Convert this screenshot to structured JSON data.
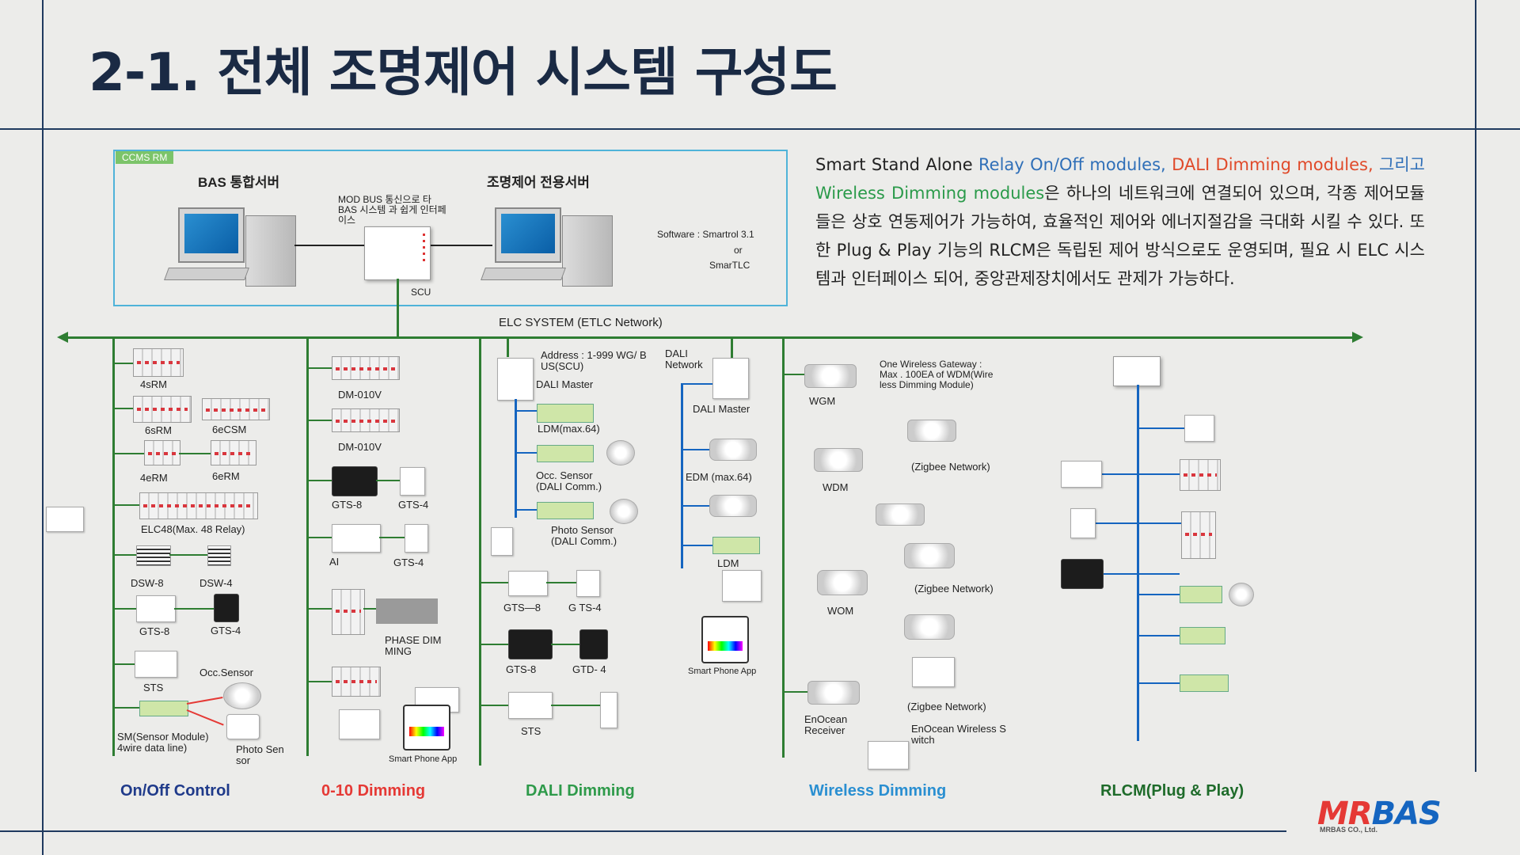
{
  "title": "2-1. 전체 조명제어 시스템 구성도",
  "ccms": {
    "tag": "CCMS RM",
    "bas_server": "BAS 통합서버",
    "lighting_server": "조명제어 전용서버",
    "modbus_note": "MOD BUS 통신으로 타\nBAS 시스템 과 쉽게 인터페\n이스",
    "scu_label": "SCU",
    "software_line1": "Software : Smartrol 3.1",
    "software_line2": "or",
    "software_line3": "SmarTLC"
  },
  "description": {
    "p1": "Smart Stand Alone ",
    "relay": "Relay On/Off modules,",
    "dali": "DALI Dimming modules,",
    "and": "그리고",
    "wireless": "Wireless Dimming modules",
    "p2": "은 하나의 네트워크에 연결되어 있으며, 각종 제어모듈들은 상호 연동제어가 가능하여, 효율적인 제어와 에너지절감을 극대화 시킬 수 있다. 또한 Plug & Play 기능의 RLCM은 독립된 제어 방식으로도 운영되며, 필요 시 ELC 시스템과 인터페이스 되어, 중앙관제장치에서도 관제가 가능하다."
  },
  "bus_label": "ELC SYSTEM (ETLC Network)",
  "onoff": {
    "r4srm": "4sRM",
    "r6srm": "6sRM",
    "r6ecsm": "6eCSM",
    "r4erm": "4eRM",
    "r6erm": "6eRM",
    "elc48": "ELC48(Max. 48 Relay)",
    "dsw8": "DSW-8",
    "dsw4": "DSW-4",
    "gts8": "GTS-8",
    "gts4": "GTS-4",
    "sts": "STS",
    "occ": "Occ.Sensor",
    "sm": "SM(Sensor Module)\n4wire data line)",
    "photo": "Photo Sen\nsor"
  },
  "dim010": {
    "dm1": "DM-010V",
    "dm2": "DM-010V",
    "gts8": "GTS-8",
    "gts4": "GTS-4",
    "ai": "AI",
    "gts4b": "GTS-4",
    "phase": "PHASE DIM\nMING",
    "app": "Smart Phone App"
  },
  "dali": {
    "address": "Address : 1-999 WG/ B\nUS(SCU)",
    "dali_network": "DALI\nNetwork",
    "master1": "DALI Master",
    "master2": "DALI Master",
    "ldm": "LDM(max.64)",
    "occ": "Occ. Sensor\n(DALI Comm.)",
    "photo": "Photo Sensor\n(DALI Comm.)",
    "edm": "EDM (max.64)",
    "ldm2": "LDM",
    "gts8": "GTS—8",
    "gts4": "G TS-4",
    "gts8b": "GTS-8",
    "gtd4": "GTD- 4",
    "sts": "STS",
    "app": "Smart Phone App"
  },
  "wireless": {
    "gateway_note": "One Wireless Gateway :\nMax . 100EA of WDM(Wire\nless Dimming Module)",
    "wgm": "WGM",
    "wdm": "WDM",
    "zigbee1": "(Zigbee Network)",
    "wom": "WOM",
    "zigbee2": "(Zigbee Network)",
    "zigbee3": "(Zigbee Network)",
    "enocean_rx": "EnOcean\nReceiver",
    "enocean_sw": "EnOcean Wireless S\nwitch"
  },
  "categories": {
    "onoff": "On/Off Control",
    "dim010": "0-10 Dimming",
    "dali": "DALI Dimming",
    "wireless": "Wireless Dimming",
    "rlcm": "RLCM(Plug & Play)"
  },
  "colors": {
    "onoff": "#1f3a8a",
    "dim010": "#e53935",
    "dali": "#2e9a4a",
    "wireless": "#2a8fd1",
    "rlcm": "#1e6b2a",
    "bus": "#2e7d32"
  },
  "logo": {
    "main1": "MR",
    "main2": "BAS",
    "sub": "MRBAS CO., Ltd."
  }
}
